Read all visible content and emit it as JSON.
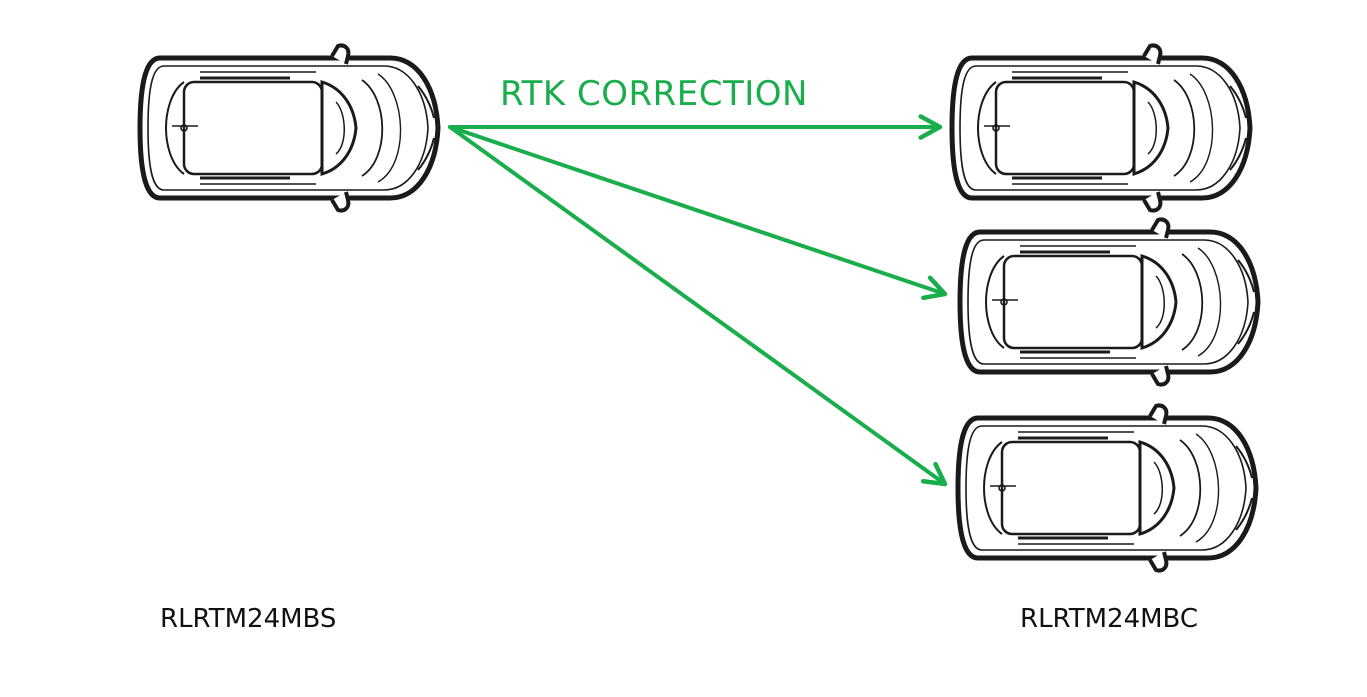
{
  "diagram": {
    "correction_label": "RTK CORRECTION",
    "base_label": "RLRTM24MBS",
    "rover_label": "RLRTM24MBC",
    "colors": {
      "arrow": "#1aad4b",
      "outline": "#1a1a1a",
      "car_fill": "#ffffff"
    },
    "nodes": [
      {
        "id": "base-car",
        "role": "base"
      },
      {
        "id": "rover-car-1",
        "role": "rover"
      },
      {
        "id": "rover-car-2",
        "role": "rover"
      },
      {
        "id": "rover-car-3",
        "role": "rover"
      }
    ],
    "edges": [
      {
        "from": "base-car",
        "to": "rover-car-1"
      },
      {
        "from": "base-car",
        "to": "rover-car-2"
      },
      {
        "from": "base-car",
        "to": "rover-car-3"
      }
    ]
  }
}
